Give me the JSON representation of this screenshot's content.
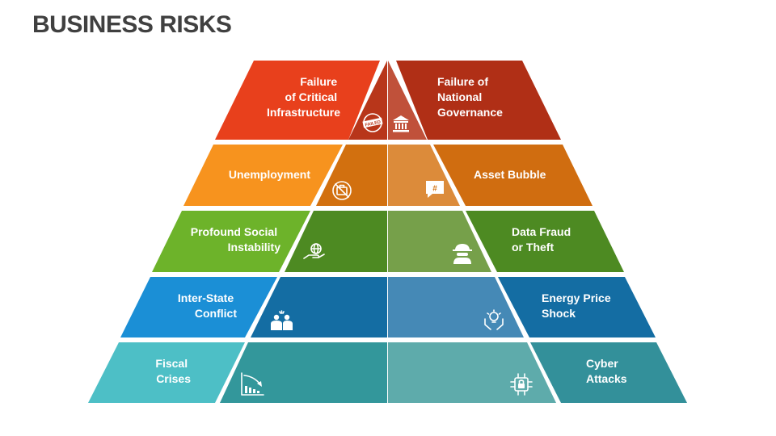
{
  "title": "BUSINESS RISKS",
  "risks": [
    {
      "left": [
        "Failure",
        "of Critical",
        "Infrastructure"
      ],
      "right": [
        "Failure of",
        "National",
        "Governance"
      ],
      "left_icon": "failed-stamp-icon",
      "right_icon": "government-building-icon"
    },
    {
      "left": [
        "Unemployment"
      ],
      "right": [
        "Asset Bubble"
      ],
      "left_icon": "no-jobs-briefcase-icon",
      "right_icon": "hashtag-bubble-icon"
    },
    {
      "left": [
        "Profound Social",
        "Instability"
      ],
      "right": [
        "Data Fraud",
        "or Theft"
      ],
      "left_icon": "globe-in-hand-icon",
      "right_icon": "hacker-spy-icon"
    },
    {
      "left": [
        "Inter-State",
        "Conflict"
      ],
      "right": [
        "Energy Price",
        "Shock"
      ],
      "left_icon": "conflict-people-icon",
      "right_icon": "lightbulb-hands-icon"
    },
    {
      "left": [
        "Fiscal",
        "Crises"
      ],
      "right": [
        "Cyber",
        "Attacks"
      ],
      "left_icon": "declining-chart-icon",
      "right_icon": "cyber-lock-icon"
    }
  ],
  "stamp_text": "FAILED",
  "colors": {
    "tier1": {
      "left": "#e8401c",
      "center_left": "#b8361a",
      "center_right": "#c0513a",
      "right": "#b02f16"
    },
    "tier2": {
      "left": "#f7931e",
      "center_left": "#d2700f",
      "center_right": "#dc8b3a",
      "right": "#d06d10"
    },
    "tier3": {
      "left": "#6db32a",
      "center_left": "#4d8a22",
      "center_right": "#76a04a",
      "right": "#4d8a22"
    },
    "tier4": {
      "left": "#1b8fd6",
      "center_left": "#146da3",
      "center_right": "#4589b6",
      "right": "#146da3"
    },
    "tier5": {
      "left": "#4dbfc6",
      "center_left": "#33979b",
      "center_right": "#5eabab",
      "right": "#33909a"
    }
  }
}
